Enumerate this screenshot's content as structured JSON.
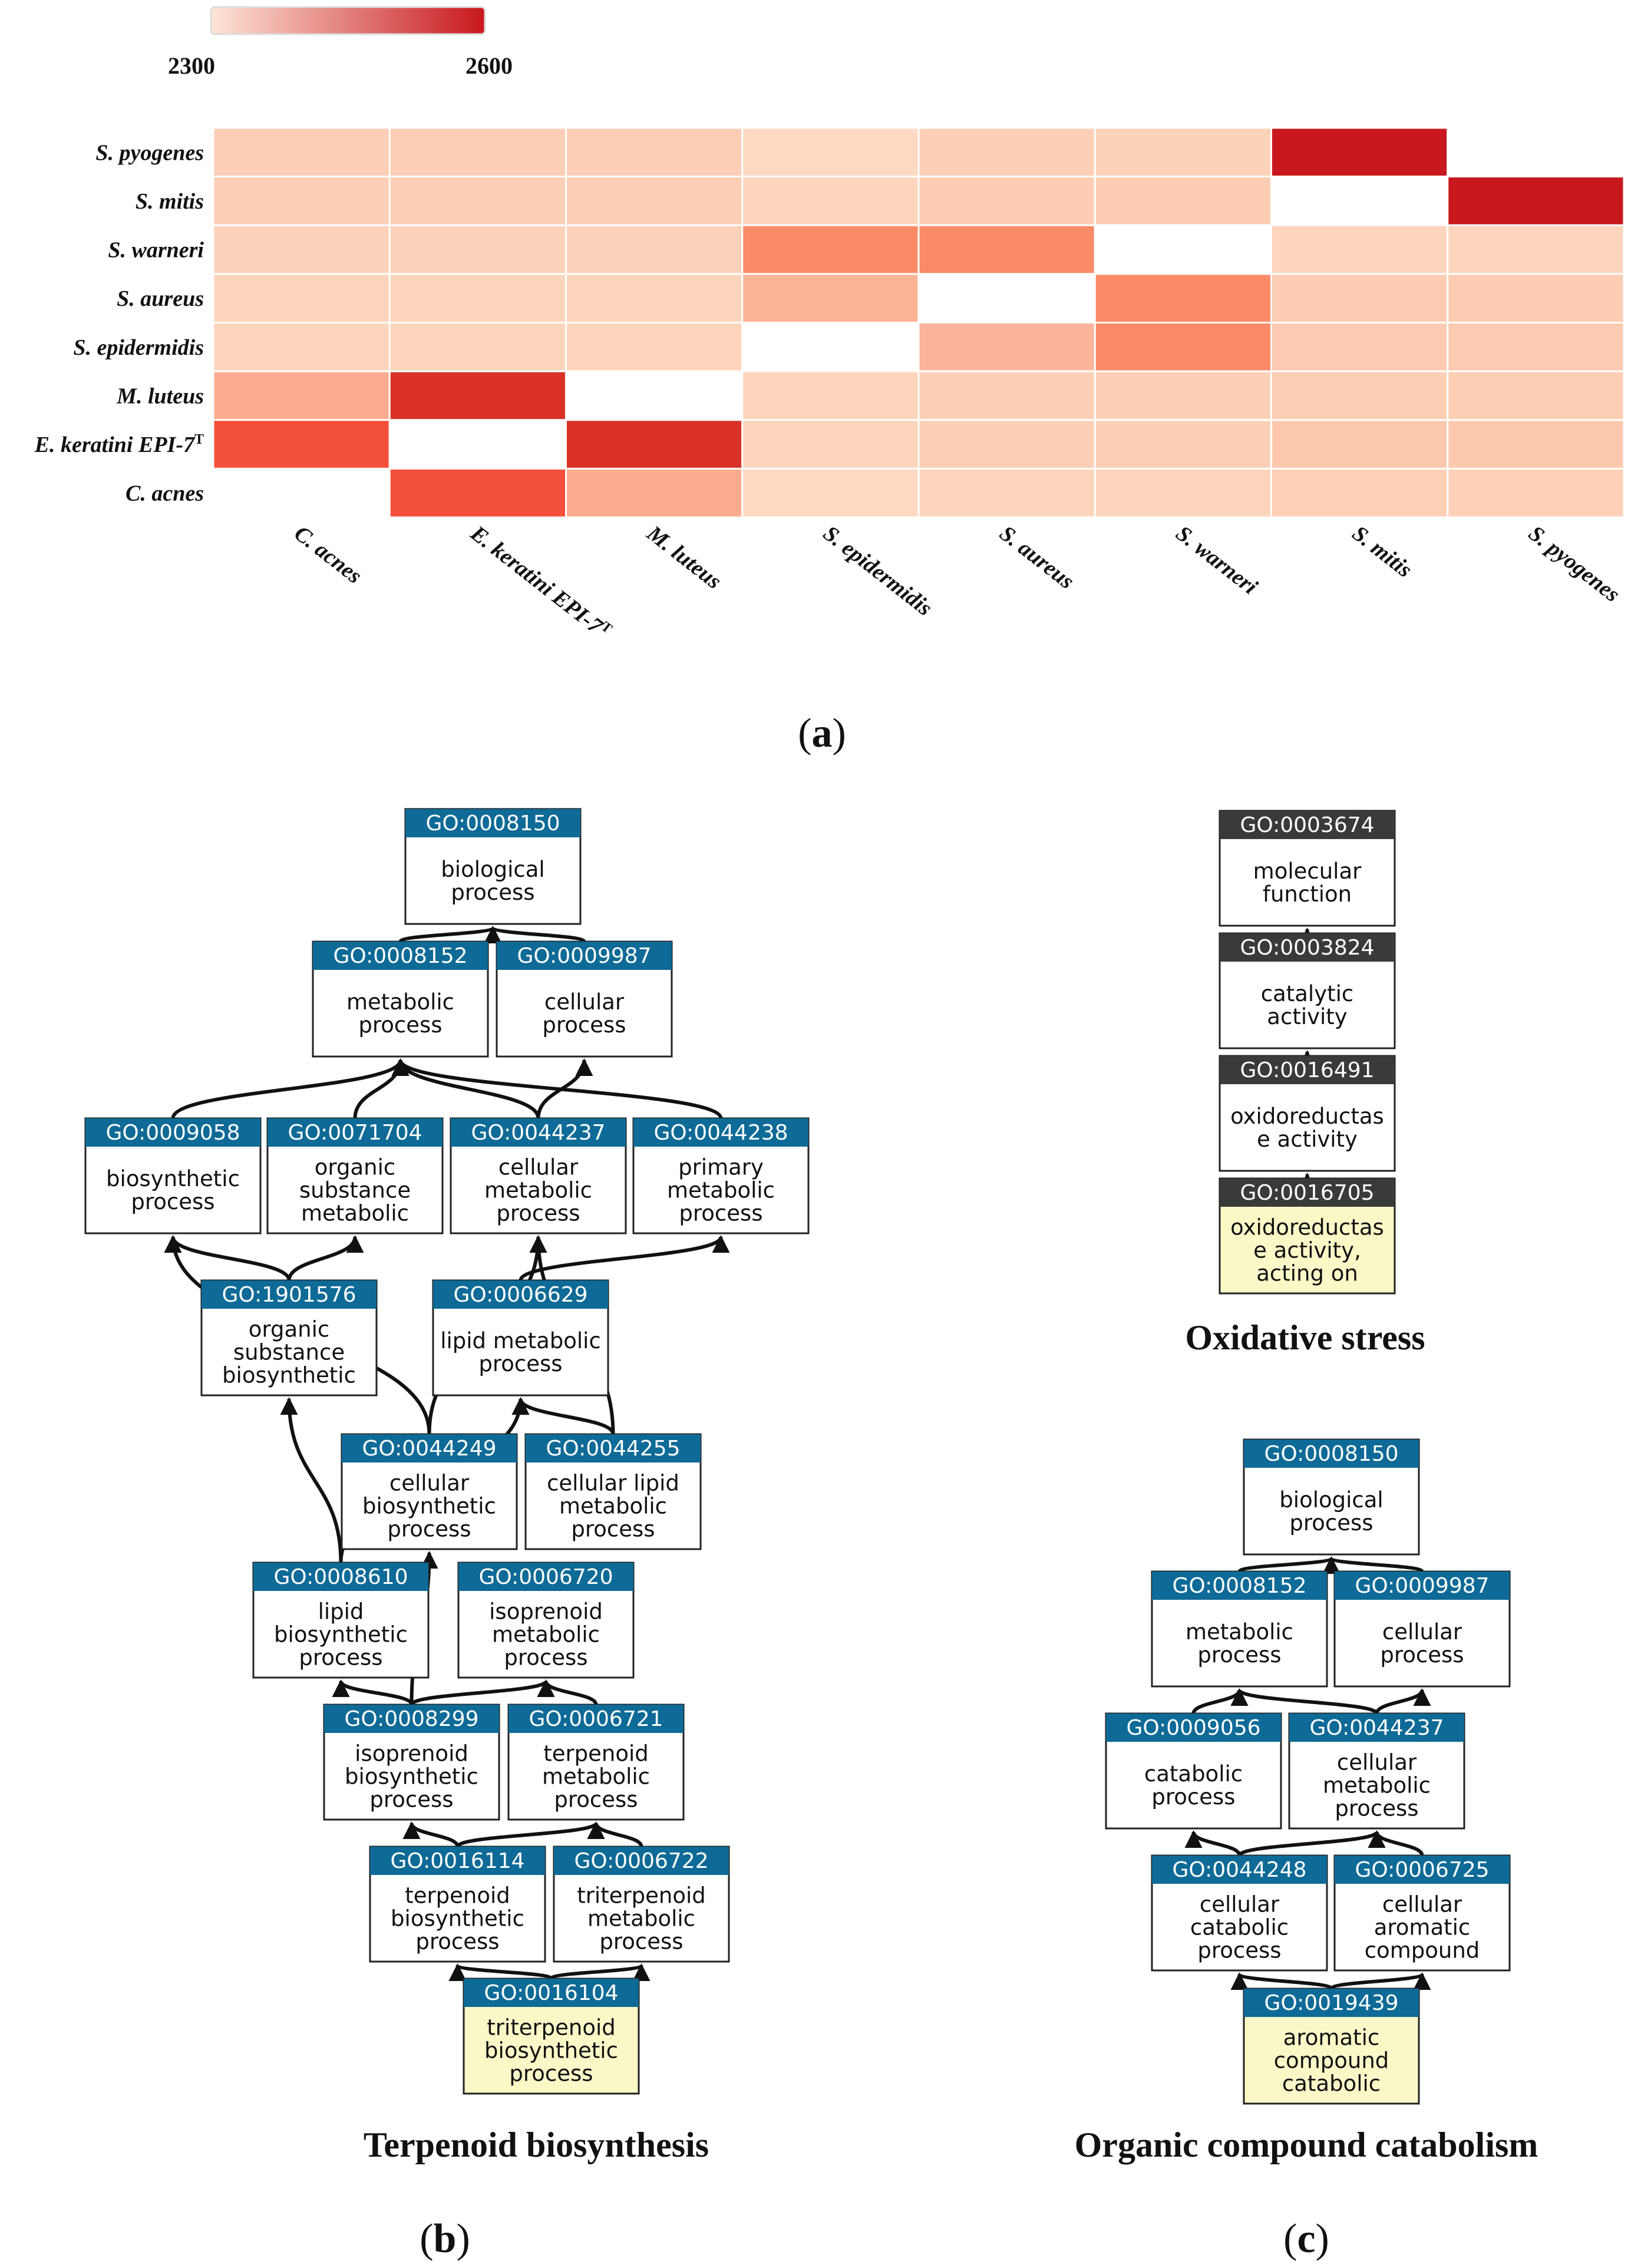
{
  "heatmap": {
    "legend": {
      "min_label": "2300",
      "max_label": "2600",
      "colors": [
        "#fde5d7",
        "#c8181e"
      ]
    },
    "rows": [
      "S. pyogenes",
      "S. mitis",
      "S. warneri",
      "S. aureus",
      "S. epidermidis",
      "M. luteus",
      "E. keratini EPI-7",
      "C. acnes"
    ],
    "row_superscripts": [
      "",
      "",
      "",
      "",
      "",
      "",
      "T",
      ""
    ],
    "columns": [
      "C. acnes",
      "E. keratini EPI-7",
      "M. luteus",
      "S. epidermidis",
      "S. aureus",
      "S. warneri",
      "S. mitis",
      "S. pyogenes"
    ],
    "column_superscripts": [
      "",
      "T",
      "",
      "",
      "",
      "",
      "",
      ""
    ],
    "colors": [
      [
        "#fcceb6",
        "#fcceb6",
        "#fcceb6",
        "#fdd9c3",
        "#fcd0b6",
        "#fcd2b8",
        "#c8181e",
        "#ffffff"
      ],
      [
        "#fcceb6",
        "#fcceb6",
        "#fcceb6",
        "#fdd5bd",
        "#fccdb3",
        "#fccdb3",
        "#ffffff",
        "#c8181e"
      ],
      [
        "#fcd2ba",
        "#fcd2ba",
        "#fcd2ba",
        "#fb8a67",
        "#fb8a67",
        "#ffffff",
        "#fdd5bd",
        "#fdd5bd"
      ],
      [
        "#fcd4bc",
        "#fcd4bc",
        "#fcd4bc",
        "#fcb497",
        "#ffffff",
        "#fb8a67",
        "#fccdb3",
        "#fccdb3"
      ],
      [
        "#fcd4bc",
        "#fcd4bc",
        "#fcd4bc",
        "#ffffff",
        "#fcb49b",
        "#fb8a67",
        "#fccbb1",
        "#fccbb1"
      ],
      [
        "#fcab8f",
        "#d93127",
        "#ffffff",
        "#fdd4bc",
        "#fcd0b6",
        "#fcd0b6",
        "#fcceb3",
        "#fcceb3"
      ],
      [
        "#f44f3a",
        "#ffffff",
        "#d93127",
        "#fdd4bc",
        "#fcd0b6",
        "#fcd0b6",
        "#fcc8ad",
        "#fcc8ad"
      ],
      [
        "#ffffff",
        "#f44f3a",
        "#fcab8f",
        "#fdd9c3",
        "#fdd4bc",
        "#fdd4bc",
        "#fdd0b7",
        "#fdd0b7"
      ]
    ]
  },
  "labels": {
    "a": [
      "(",
      "a",
      ")"
    ],
    "b": [
      "(",
      "b",
      ")"
    ],
    "c": [
      "(",
      "c",
      ")"
    ]
  },
  "panel_b": {
    "title": "Terpenoid biosynthesis",
    "nodes": [
      {
        "id": "GO:0008150",
        "lines": [
          "biological",
          "process"
        ]
      },
      {
        "id": "GO:0008152",
        "lines": [
          "metabolic",
          "process"
        ]
      },
      {
        "id": "GO:0009987",
        "lines": [
          "cellular",
          "process"
        ]
      },
      {
        "id": "GO:0009058",
        "lines": [
          "biosynthetic",
          "process"
        ]
      },
      {
        "id": "GO:0071704",
        "lines": [
          "organic",
          "substance",
          "metabolic"
        ]
      },
      {
        "id": "GO:0044237",
        "lines": [
          "cellular",
          "metabolic",
          "process"
        ]
      },
      {
        "id": "GO:0044238",
        "lines": [
          "primary",
          "metabolic",
          "process"
        ]
      },
      {
        "id": "GO:1901576",
        "lines": [
          "organic",
          "substance",
          "biosynthetic"
        ]
      },
      {
        "id": "GO:0006629",
        "lines": [
          "lipid metabolic",
          "process"
        ]
      },
      {
        "id": "GO:0044249",
        "lines": [
          "cellular",
          "biosynthetic",
          "process"
        ]
      },
      {
        "id": "GO:0044255",
        "lines": [
          "cellular lipid",
          "metabolic",
          "process"
        ]
      },
      {
        "id": "GO:0008610",
        "lines": [
          "lipid",
          "biosynthetic",
          "process"
        ]
      },
      {
        "id": "GO:0006720",
        "lines": [
          "isoprenoid",
          "metabolic",
          "process"
        ]
      },
      {
        "id": "GO:0008299",
        "lines": [
          "isoprenoid",
          "biosynthetic",
          "process"
        ]
      },
      {
        "id": "GO:0006721",
        "lines": [
          "terpenoid",
          "metabolic",
          "process"
        ]
      },
      {
        "id": "GO:0016114",
        "lines": [
          "terpenoid",
          "biosynthetic",
          "process"
        ]
      },
      {
        "id": "GO:0006722",
        "lines": [
          "triterpenoid",
          "metabolic",
          "process"
        ]
      },
      {
        "id": "GO:0016104",
        "lines": [
          "triterpenoid",
          "biosynthetic",
          "process"
        ],
        "highlight": true
      }
    ]
  },
  "panel_c_top": {
    "title": "Oxidative stress",
    "nodes": [
      {
        "id": "GO:0003674",
        "lines": [
          "molecular",
          "function"
        ]
      },
      {
        "id": "GO:0003824",
        "lines": [
          "catalytic",
          "activity"
        ]
      },
      {
        "id": "GO:0016491",
        "lines": [
          "oxidoreductas",
          "e activity"
        ]
      },
      {
        "id": "GO:0016705",
        "lines": [
          "oxidoreductas",
          "e activity,",
          "acting on"
        ],
        "highlight": true
      }
    ]
  },
  "panel_c_bottom": {
    "title": "Organic compound catabolism",
    "nodes": [
      {
        "id": "GO:0008150",
        "lines": [
          "biological",
          "process"
        ]
      },
      {
        "id": "GO:0008152",
        "lines": [
          "metabolic",
          "process"
        ]
      },
      {
        "id": "GO:0009987",
        "lines": [
          "cellular",
          "process"
        ]
      },
      {
        "id": "GO:0009056",
        "lines": [
          "catabolic",
          "process"
        ]
      },
      {
        "id": "GO:0044237",
        "lines": [
          "cellular",
          "metabolic",
          "process"
        ]
      },
      {
        "id": "GO:0044248",
        "lines": [
          "cellular",
          "catabolic",
          "process"
        ]
      },
      {
        "id": "GO:0006725",
        "lines": [
          "cellular",
          "aromatic",
          "compound"
        ]
      },
      {
        "id": "GO:0019439",
        "lines": [
          "aromatic",
          "compound",
          "catabolic"
        ],
        "highlight": true
      }
    ]
  },
  "colors": {
    "header_blue": "#0e6a96",
    "header_dark": "#3a3a3a",
    "highlight_fill": "#fbf8c8"
  }
}
